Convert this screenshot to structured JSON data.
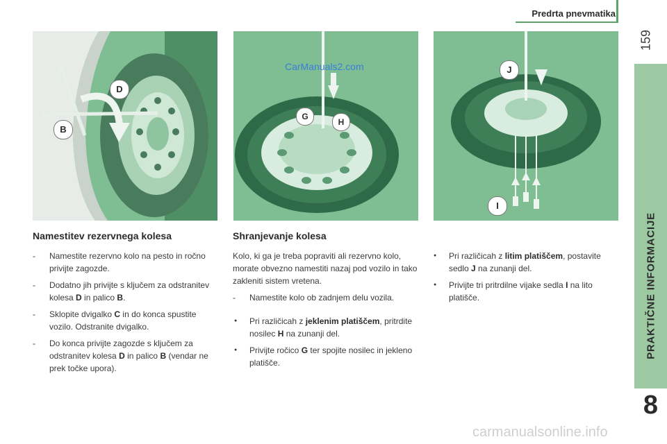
{
  "header": {
    "title": "Predrta pnevmatika",
    "page_number": "159"
  },
  "side_tab": {
    "label": "PRAKTIČNE INFORMACIJE",
    "chapter": "8"
  },
  "figures": {
    "fig1_labels": [
      "D",
      "B"
    ],
    "fig2_labels": [
      "G",
      "H"
    ],
    "fig3_labels": [
      "J",
      "I"
    ]
  },
  "section1": {
    "heading": "Namestitev rezervnega kolesa",
    "items": [
      [
        "Namestite rezervno kolo na pesto in ročno privijte zagozde.",
        "",
        "",
        "",
        ""
      ],
      [
        "Dodatno jih privijte s ključem za odstranitev kolesa ",
        "D",
        " in palico ",
        "B",
        "."
      ],
      [
        "Sklopite dvigalko ",
        "C",
        " in do konca spustite vozilo. Odstranite dvigalko.",
        "",
        ""
      ],
      [
        "Do konca privijte zagozde s ključem za odstranitev kolesa ",
        "D",
        " in palico ",
        "B",
        " (vendar ne prek točke upora)."
      ]
    ]
  },
  "section2": {
    "heading": "Shranjevanje kolesa",
    "intro": "Kolo, ki ga je treba popraviti ali rezervno kolo, morate obvezno namestiti nazaj pod vozilo in tako zakleniti sistem vretena.",
    "dash_item": "Namestite kolo ob zadnjem delu vozila.",
    "bullets": [
      [
        "Pri različicah z ",
        "jeklenim platiščem",
        ", pritrdite nosilec ",
        "H",
        " na zunanji del."
      ],
      [
        "Privijte ročico ",
        "G",
        " ter spojite nosilec in jekleno platišče.",
        "",
        ""
      ]
    ]
  },
  "section3": {
    "bullets": [
      [
        "Pri različicah z ",
        "litim platiščem",
        ", postavite sedlo ",
        "J",
        " na zunanji del."
      ],
      [
        "Privijte tri pritrdilne vijake sedla ",
        "I",
        " na lito platišče.",
        "",
        ""
      ]
    ]
  },
  "watermarks": {
    "top": "CarManuals2.com",
    "bottom": "carmanualsonline.info"
  },
  "colors": {
    "accent_green": "#5aa36b",
    "figure_bg": "#7fbd93",
    "tab_bg": "#9cc9a2",
    "label_badge": "#ffffff"
  }
}
